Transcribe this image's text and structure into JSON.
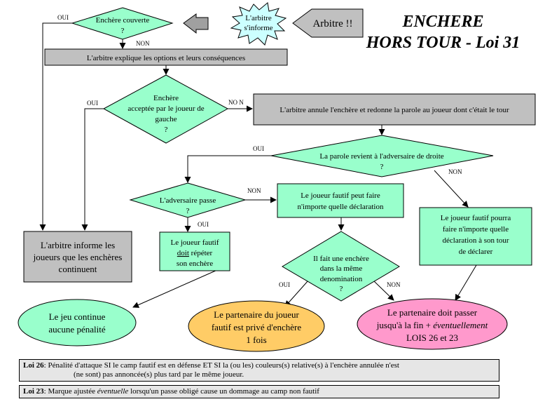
{
  "title": {
    "line1": "ENCHERE",
    "line2": "HORS TOUR - Loi 31"
  },
  "arbitre_box": "Arbitre !!",
  "arbitre_starburst": [
    "L'arbitre",
    "s'informe"
  ],
  "q_enchere_couverte": [
    "Enchère couverte",
    "?"
  ],
  "lbl_oui": "OUI",
  "lbl_non": "NON",
  "lbl_non_spaced": "NO N",
  "explique": "L'arbitre explique les options et leurs conséquences",
  "q_acceptee": [
    "Enchère",
    "acceptée par le joueur de",
    "gauche",
    "?"
  ],
  "annule": "L'arbitre annule l'enchère et redonne la parole au joueur dont c'était le tour",
  "q_parole": [
    "La parole revient à l'adversaire de droite",
    "?"
  ],
  "q_adv_passe": [
    "L'adversaire passe",
    "?"
  ],
  "fautif_importe": [
    "Le joueur fautif peut faire",
    "n'importe quelle déclaration"
  ],
  "fautif_pourra": [
    "Le joueur fautif pourra",
    "faire n'importe quelle",
    "déclaration à son tour",
    "de déclarer"
  ],
  "informe": [
    "L'arbitre informe les",
    "joueurs que les enchères",
    "continuent"
  ],
  "repeter": {
    "line1": "Le joueur fautif",
    "doit": "doit",
    "line2_rest": " répéter",
    "line3": "son enchère"
  },
  "q_meme_denom": [
    "Il fait une enchère",
    "dans la même",
    "denomination",
    "?"
  ],
  "jeu_continue": [
    "Le jeu continue",
    "aucune pénalité"
  ],
  "prive": [
    "Le partenaire du joueur",
    "fautif est privé d'enchère",
    "1 fois"
  ],
  "doit_passer": {
    "line1": "Le partenaire  doit passer",
    "line2_plain": "jusqu'à la fin + ",
    "line2_italic": "éventuellement",
    "line3": "LOIS 26 et 23"
  },
  "loi26": {
    "tag": "Loi 26",
    "line1": ":  Pénalité d'attaque  SI le camp fautif est en défense ET SI la (ou les) couleurs(s) relative(s) à l'enchère annulée n'est",
    "line2": "(ne sont) pas annoncée(s) plus tard par le même joueur."
  },
  "loi23": {
    "tag": "Loi 23",
    "text_pre": ":  Marque ajustée ",
    "text_italic": "éventuelle",
    "text_post": " lorsqu'un passe obligé cause un dommage au camp non fautif"
  },
  "colors": {
    "aqua": "#99ffcc",
    "gray": "#c0c0c0",
    "orange": "#ffcc66",
    "pink": "#ff99cc",
    "light": "#ccffff",
    "notebg": "#e6e6e6"
  }
}
